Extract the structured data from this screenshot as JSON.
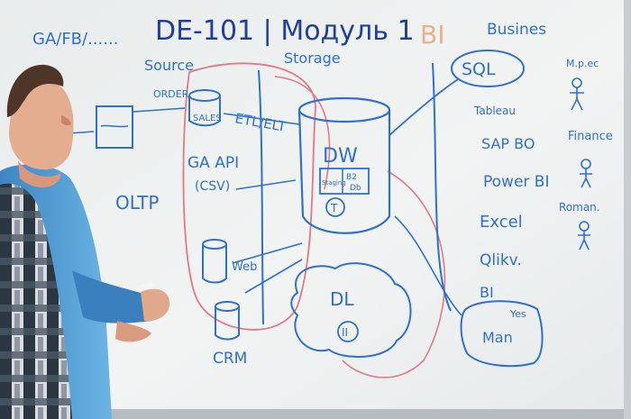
{
  "whiteboard": {
    "header_left": "GA/FB/......",
    "title": "DE-101 | Модуль 1",
    "labels": {
      "source": "Source",
      "storage": "Storage",
      "order": "ORDER",
      "sales": "SALES",
      "etl_elt": "ETL/ELT",
      "ga_api": "GA API",
      "csv": "(CSV)",
      "oltp": "OLTP",
      "web": "Web",
      "crm": "CRM",
      "dw": "DW",
      "staging": "Staging",
      "dw_b2": "B2",
      "dw_db": "Db",
      "dw_marker": "T",
      "dl": "DL",
      "dl_marker": "II",
      "bi_orange": "BI",
      "business": "Busines",
      "sql": "SQL",
      "tableau": "Tableau",
      "sap_bo": "SAP BO",
      "power_bi": "Power BI",
      "excel": "Excel",
      "qlikview": "Qlikv.",
      "finance": "Finance",
      "bi_box": "BI",
      "box_yes": "Yes",
      "box_man": "Man",
      "user_top": "M.p.ec",
      "user_bottom": "Roman."
    }
  },
  "colors": {
    "ink_blue": "#2f6fd0",
    "ink_dark_blue": "#1f3f9a",
    "ink_red": "#e07a8b",
    "ink_orange": "#e7b18c",
    "shirt_blue": "#5aa4d6",
    "shirt_check": "#2f3a44"
  }
}
